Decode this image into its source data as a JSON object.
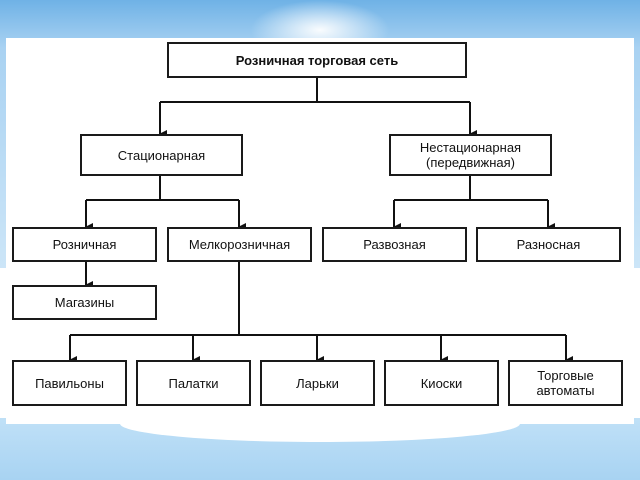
{
  "diagram": {
    "root": "Розничная торговая сеть",
    "stationary": "Стационарная",
    "mobile": "Нестационарная\n(передвижная)",
    "retail": "Розничная",
    "small_retail": "Мелкорозничная",
    "delivery": "Развозная",
    "carry": "Разносная",
    "shops": "Магазины",
    "pavilions": "Павильоны",
    "tents": "Палатки",
    "stalls": "Ларьки",
    "kiosks": "Киоски",
    "vending": "Торговые\nавтоматы"
  }
}
